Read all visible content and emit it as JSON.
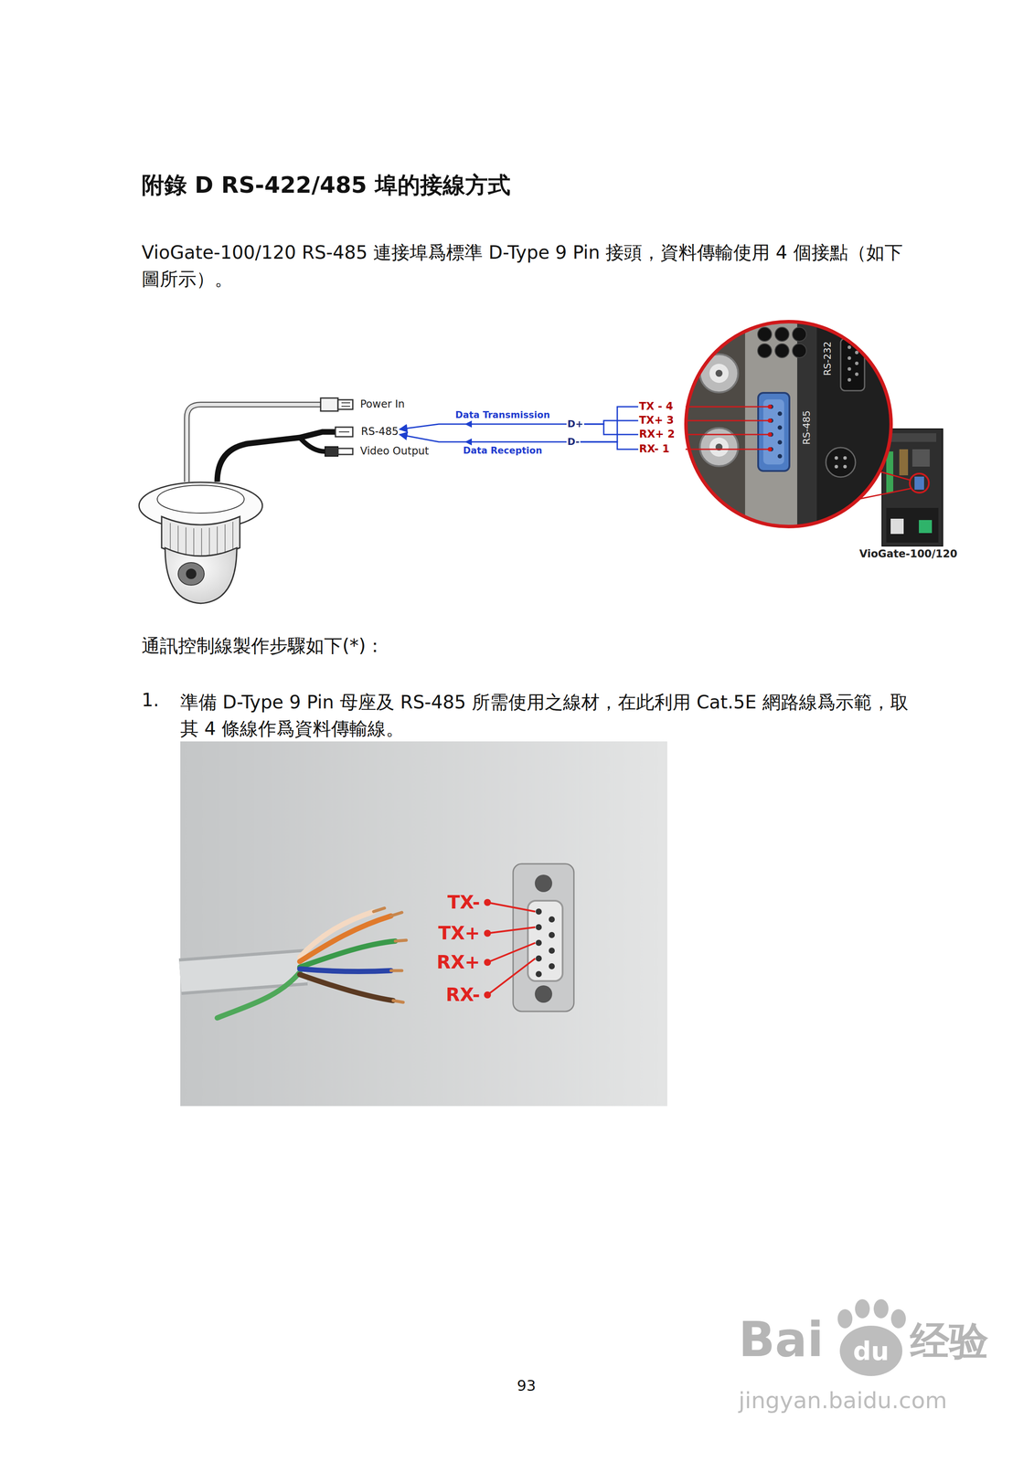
{
  "diagram": {
    "title": "附錄 D RS-422/485 埠的接線方式",
    "nodes": [
      {
        "text": [
          "RS-485"
        ]
      },
      {
        "text": [
          "D+"
        ]
      },
      {
        "text": [
          "D-"
        ]
      },
      {
        "text": [
          "TX - 4"
        ]
      },
      {
        "text": [
          "TX+ 3"
        ]
      },
      {
        "text": [
          "RX+ 2"
        ]
      },
      {
        "text": [
          "RX- 1"
        ]
      }
    ],
    "edges": [
      {
        "from": 1,
        "to": 0,
        "arrow": "to",
        "label": "Data Transmission"
      },
      {
        "from": 2,
        "to": 0,
        "arrow": "to",
        "label": "Data Reception"
      },
      {
        "from": 1,
        "to": 4,
        "arrow": "none"
      },
      {
        "from": 1,
        "to": 5,
        "arrow": "none"
      },
      {
        "from": 2,
        "to": 3,
        "arrow": "none"
      },
      {
        "from": 2,
        "to": 6,
        "arrow": "none"
      }
    ],
    "labels": [
      "VioGate-100/120 RS-485 連接埠爲標準 D-Type 9 Pin 接頭，資料傳輸使用 4 個接點（如下圖所示）。",
      "Power In",
      "Video Output",
      "RS-232",
      "RS-485",
      "VioGate-100/120",
      "通訊控制線製作步驟如下(*)：",
      "1.",
      "準備 D-Type 9 Pin 母座及 RS-485 所需使用之線材，在此利用 Cat.5E 網路線爲示範，取其 4 條線作爲資料傳輸線。",
      "TX-",
      "TX+",
      "RX+",
      "RX-",
      "93",
      "Bai",
      "du",
      "经验",
      "jingyan.baidu.com"
    ]
  }
}
